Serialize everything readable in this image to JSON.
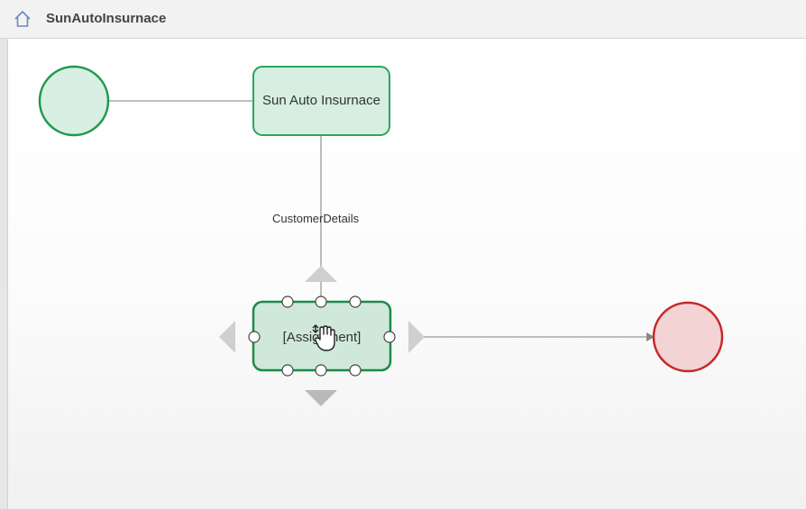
{
  "header": {
    "title": "SunAutoInsurnace",
    "home_icon": "home-icon"
  },
  "diagram": {
    "nodes": {
      "start": {
        "shape": "circle",
        "color": "#1f9a4c",
        "fill": "#d8efe3"
      },
      "subprocess": {
        "label": "Sun Auto Insurnace",
        "fill": "#d6efe1",
        "border": "#2ea35f"
      },
      "assignment": {
        "label": "[Assignment]",
        "fill": "#cfe8da",
        "border": "#1e8a4a",
        "selected": true
      },
      "end": {
        "shape": "circle",
        "color": "#c62828",
        "fill": "#f3d3d3"
      }
    },
    "edges": {
      "customer_details": {
        "label": "CustomerDetails"
      }
    },
    "selection_handles": [
      "top-left",
      "top-center",
      "top-right",
      "middle-left",
      "middle-right",
      "bottom-left",
      "bottom-center",
      "bottom-right"
    ],
    "connector_arrows": [
      "up",
      "down",
      "left",
      "right"
    ],
    "cursor_icon": "hand-grab-icon"
  }
}
